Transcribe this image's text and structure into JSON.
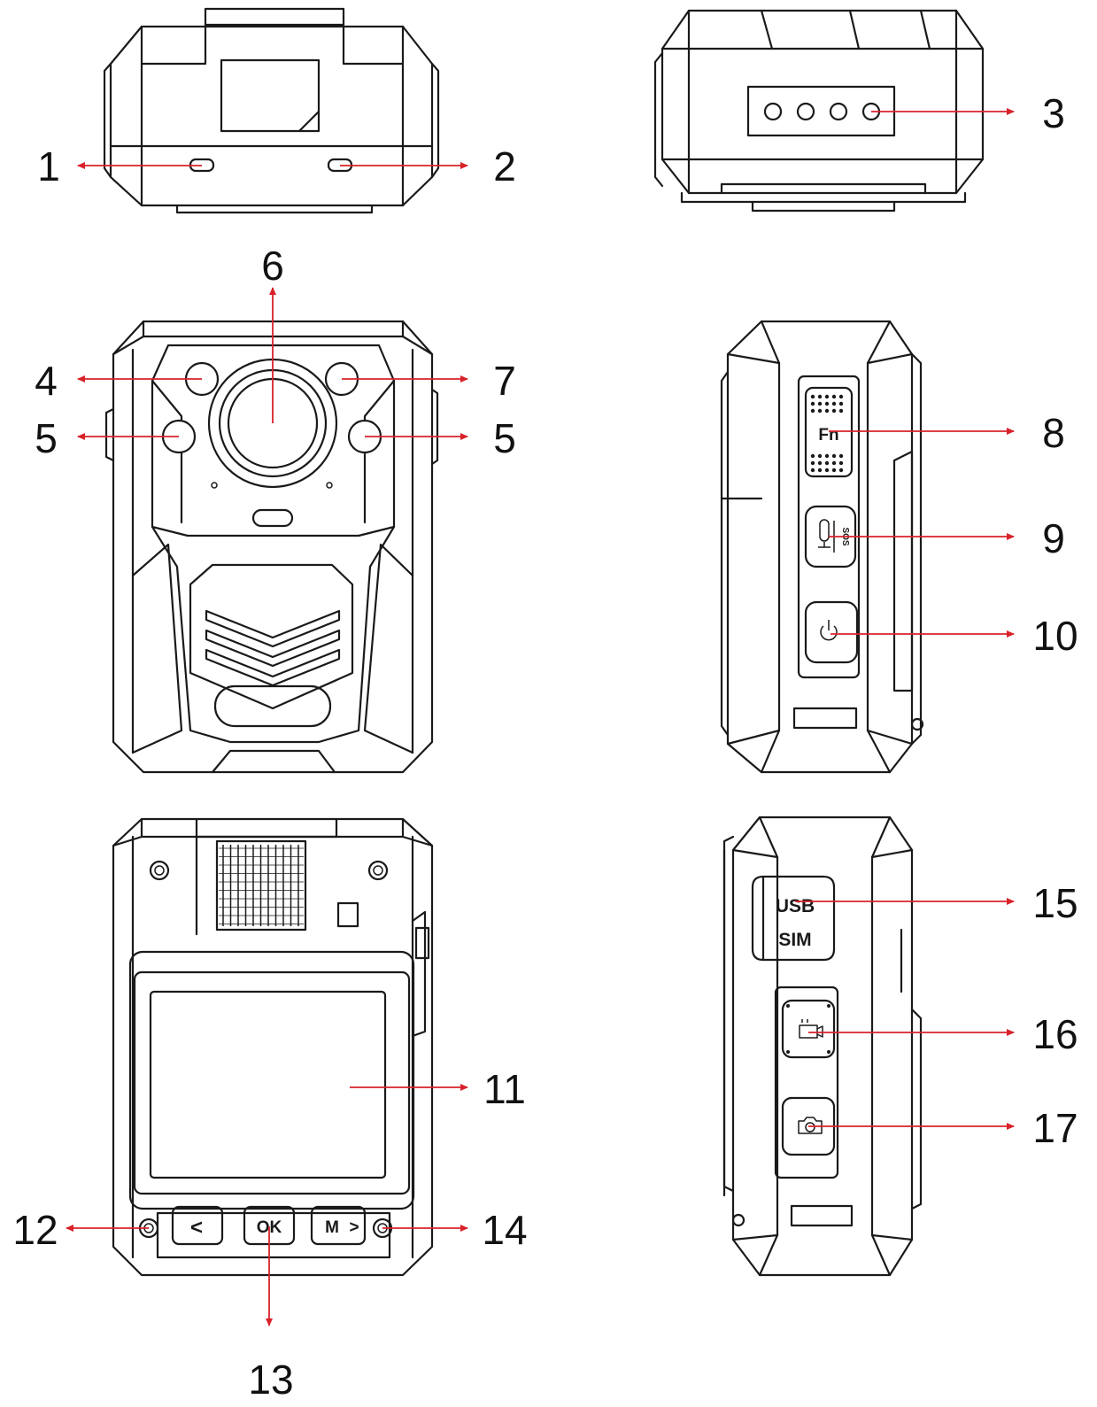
{
  "colors": {
    "line": "#1a1a1a",
    "arrow": "#d8222a",
    "background": "#ffffff"
  },
  "views": [
    {
      "id": "top-view",
      "name": "top-view"
    },
    {
      "id": "bottom-view",
      "name": "bottom-view"
    },
    {
      "id": "front-view",
      "name": "front-view"
    },
    {
      "id": "right-side-view",
      "name": "right-side-view"
    },
    {
      "id": "back-view",
      "name": "back-view"
    },
    {
      "id": "left-side-view",
      "name": "left-side-view"
    }
  ],
  "callouts": [
    {
      "number": "1"
    },
    {
      "number": "2"
    },
    {
      "number": "3"
    },
    {
      "number": "4"
    },
    {
      "number": "5"
    },
    {
      "number": "5"
    },
    {
      "number": "6"
    },
    {
      "number": "7"
    },
    {
      "number": "8"
    },
    {
      "number": "9"
    },
    {
      "number": "10"
    },
    {
      "number": "11"
    },
    {
      "number": "12"
    },
    {
      "number": "13"
    },
    {
      "number": "14"
    },
    {
      "number": "15"
    },
    {
      "number": "16"
    },
    {
      "number": "17"
    }
  ],
  "button_labels": {
    "fn": "Fn",
    "usb": "USB",
    "sim": "SIM",
    "ok": "OK",
    "m": "M",
    "back_arrow": "<",
    "m_arrow": ">",
    "sos": "SOS"
  }
}
